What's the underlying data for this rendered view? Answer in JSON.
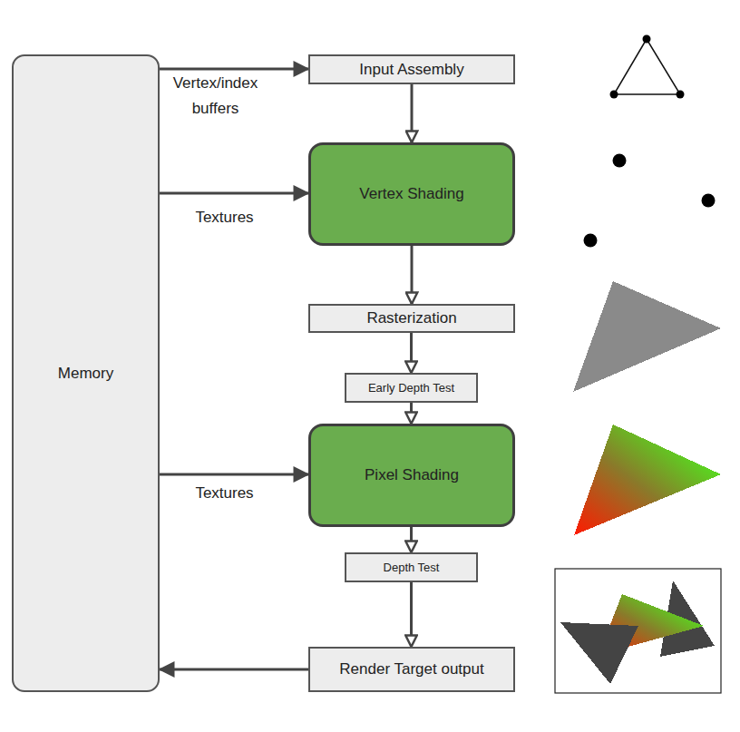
{
  "diagram": {
    "nodes": [
      {
        "text": [
          "Memory"
        ]
      },
      {
        "text": [
          "Input Assembly"
        ]
      },
      {
        "text": [
          "Vertex Shading"
        ]
      },
      {
        "text": [
          "Rasterization"
        ]
      },
      {
        "text": [
          "Early Depth Test"
        ]
      },
      {
        "text": [
          "Pixel Shading"
        ]
      },
      {
        "text": [
          "Depth Test"
        ]
      },
      {
        "text": [
          "Render Target output"
        ]
      }
    ],
    "edges": [
      {
        "from": 0,
        "to": 1,
        "label": "Vertex/index buffers",
        "arrow": "to"
      },
      {
        "from": 1,
        "to": 2,
        "arrow": "to"
      },
      {
        "from": 0,
        "to": 2,
        "label": "Textures",
        "arrow": "to"
      },
      {
        "from": 2,
        "to": 3,
        "arrow": "to"
      },
      {
        "from": 3,
        "to": 4,
        "arrow": "to"
      },
      {
        "from": 4,
        "to": 5,
        "arrow": "to"
      },
      {
        "from": 0,
        "to": 5,
        "label": "Textures",
        "arrow": "to"
      },
      {
        "from": 5,
        "to": 6,
        "arrow": "to"
      },
      {
        "from": 6,
        "to": 7,
        "arrow": "to"
      },
      {
        "from": 7,
        "to": 0,
        "arrow": "to"
      }
    ]
  }
}
